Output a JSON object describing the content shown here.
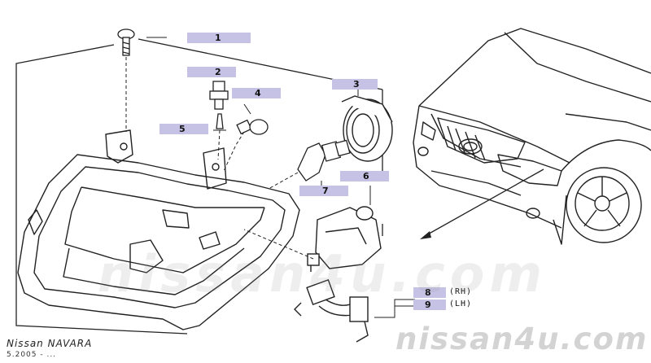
{
  "callouts": [
    {
      "id": "1",
      "label": "1"
    },
    {
      "id": "2",
      "label": "2"
    },
    {
      "id": "3",
      "label": "3"
    },
    {
      "id": "4",
      "label": "4"
    },
    {
      "id": "5",
      "label": "5"
    },
    {
      "id": "6",
      "label": "6"
    },
    {
      "id": "7",
      "label": "7"
    },
    {
      "id": "8",
      "label": "8",
      "side": "(RH)"
    },
    {
      "id": "9",
      "label": "9",
      "side": "(LH)"
    }
  ],
  "footer": {
    "model": "Nissan NAVARA",
    "date": "5.2005 - ..."
  },
  "watermark": {
    "large": "nissan4u.com",
    "small": "nissan4u.com"
  },
  "colors": {
    "callout_bg": "#c6c2e6",
    "line": "#222222"
  }
}
